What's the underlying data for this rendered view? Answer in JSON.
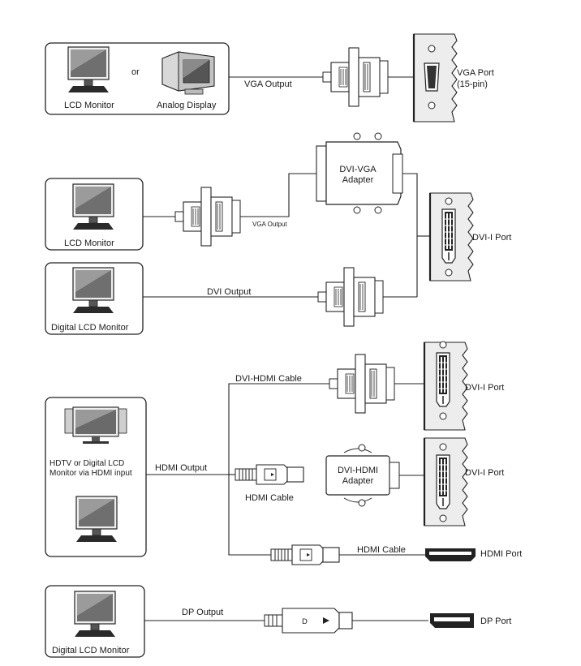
{
  "section1": {
    "device_a": "LCD Monitor",
    "or": "or",
    "device_b": "Analog Display",
    "cable": "VGA Output",
    "port_line1": "VGA Port",
    "port_line2": "(15-pin)"
  },
  "section2": {
    "device_a": "LCD Monitor",
    "cable_a": "VGA Output",
    "adapter_line1": "DVI-VGA",
    "adapter_line2": "Adapter",
    "device_b": "Digital LCD Monitor",
    "cable_b": "DVI Output",
    "port": "DVI-I Port"
  },
  "section3": {
    "device_line1": "HDTV or Digital LCD",
    "device_line2": "Monitor via HDMI input",
    "output": "HDMI Output",
    "cable_dvi_hdmi": "DVI-HDMI Cable",
    "port_1": "DVI-I Port",
    "cable_hdmi_1": "HDMI Cable",
    "adapter_line1": "DVI-HDMI",
    "adapter_line2": "Adapter",
    "port_2": "DVI-I Port",
    "cable_hdmi_2": "HDMI Cable",
    "port_3": "HDMI Port"
  },
  "section4": {
    "device": "Digital LCD Monitor",
    "cable": "DP Output",
    "port": "DP Port"
  }
}
